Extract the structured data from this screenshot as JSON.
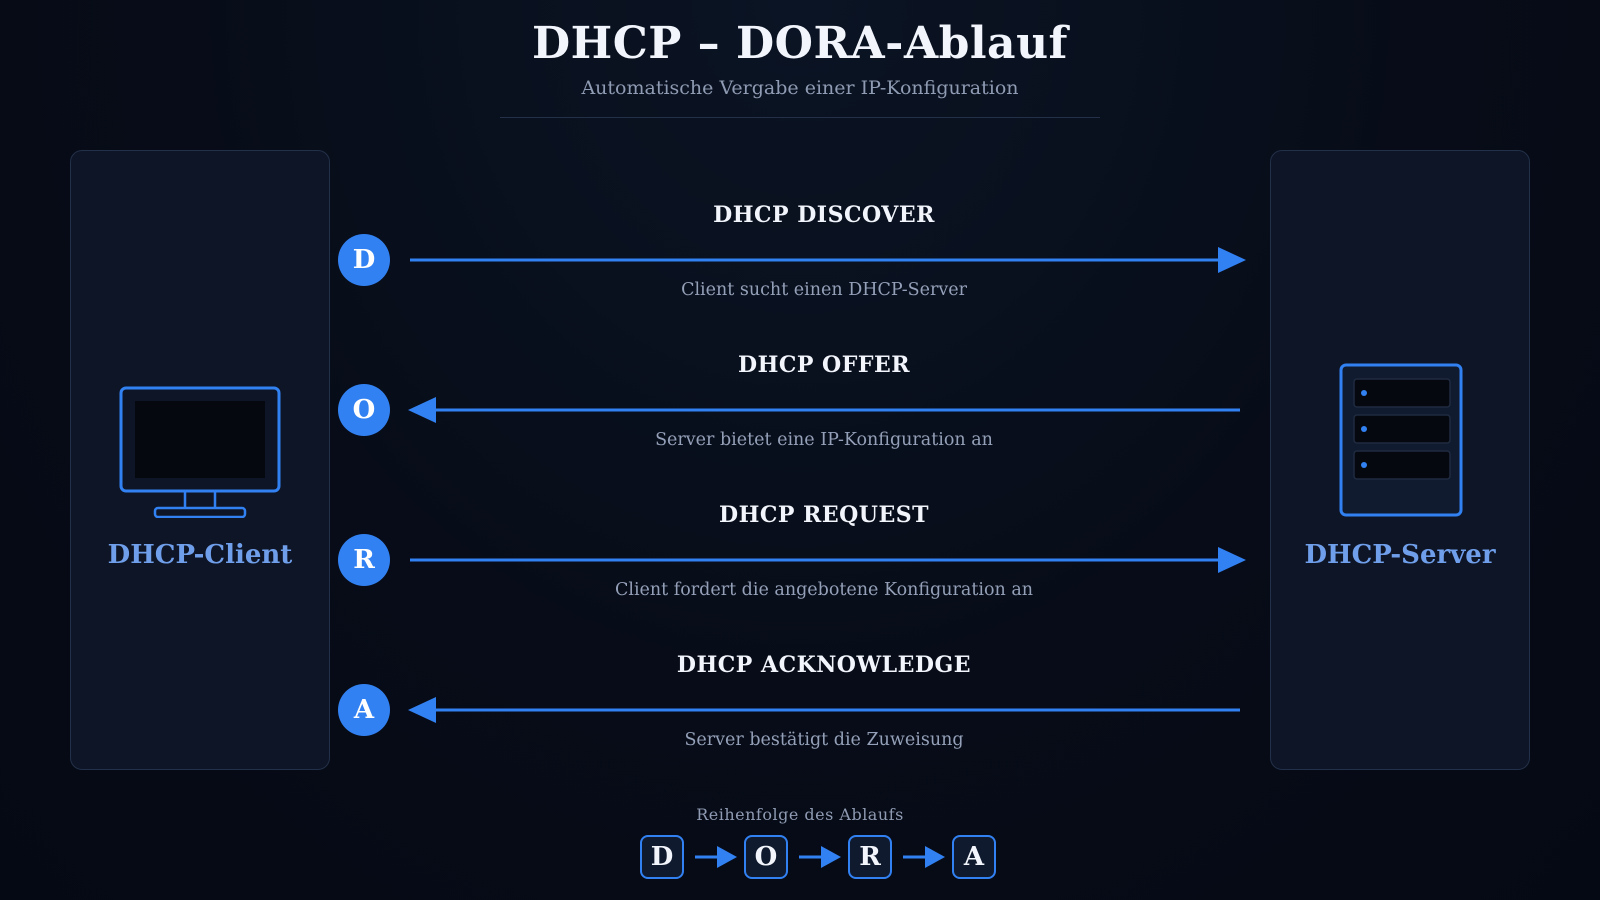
{
  "header": {
    "title": "DHCP – DORA-Ablauf",
    "subtitle": "Automatische Vergabe einer IP-Konfiguration"
  },
  "client": {
    "label": "DHCP-Client",
    "icon": "monitor-icon"
  },
  "server": {
    "label": "DHCP-Server",
    "icon": "server-rack-icon"
  },
  "steps": [
    {
      "letter": "D",
      "title": "DHCP DISCOVER",
      "description": "Client sucht einen DHCP-Server",
      "direction": "client-to-server"
    },
    {
      "letter": "O",
      "title": "DHCP OFFER",
      "description": "Server bietet eine IP-Konfiguration an",
      "direction": "server-to-client"
    },
    {
      "letter": "R",
      "title": "DHCP REQUEST",
      "description": "Client fordert die angebotene Konfiguration an",
      "direction": "client-to-server"
    },
    {
      "letter": "A",
      "title": "DHCP ACKNOWLEDGE",
      "description": "Server bestätigt die Zuweisung",
      "direction": "server-to-client"
    }
  ],
  "sequence": {
    "caption": "Reihenfolge des Ablaufs",
    "items": [
      "D",
      "O",
      "R",
      "A"
    ]
  },
  "colors": {
    "accent": "#3281f2",
    "label": "#6f9eea",
    "panel": "#0e1526",
    "background": "#070c18"
  }
}
